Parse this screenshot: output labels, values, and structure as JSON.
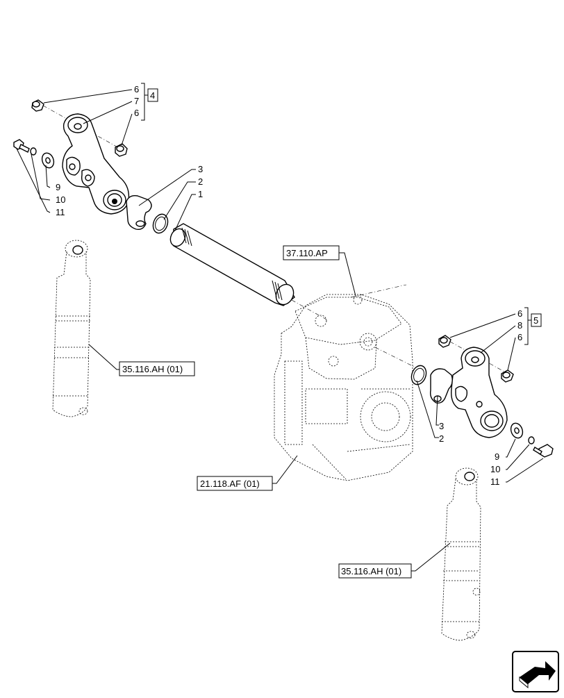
{
  "diagram": {
    "ref_labels": {
      "transmission_top": "37.110.AP",
      "cylinder_left": "35.116.AH (01)",
      "housing": "21.118.AF (01)",
      "cylinder_right": "35.116.AH (01)"
    },
    "callouts": {
      "left_group": {
        "top_pin": "6",
        "arm": "7",
        "bottom_pin": "6",
        "kit": "4"
      },
      "right_group": {
        "top_pin": "6",
        "arm": "8",
        "bottom_pin": "6",
        "kit": "5"
      },
      "left_hardware": {
        "washer": "9",
        "lock_washer": "10",
        "bolt": "11"
      },
      "right_hardware": {
        "washer": "9",
        "lock_washer": "10",
        "bolt": "11"
      },
      "shaft_parts": {
        "shaft": "1",
        "ring": "2",
        "plate": "3"
      },
      "right_shaft_parts": {
        "plate": "3",
        "ring": "2"
      }
    },
    "nav_icon": "arrow-navigation-icon"
  }
}
